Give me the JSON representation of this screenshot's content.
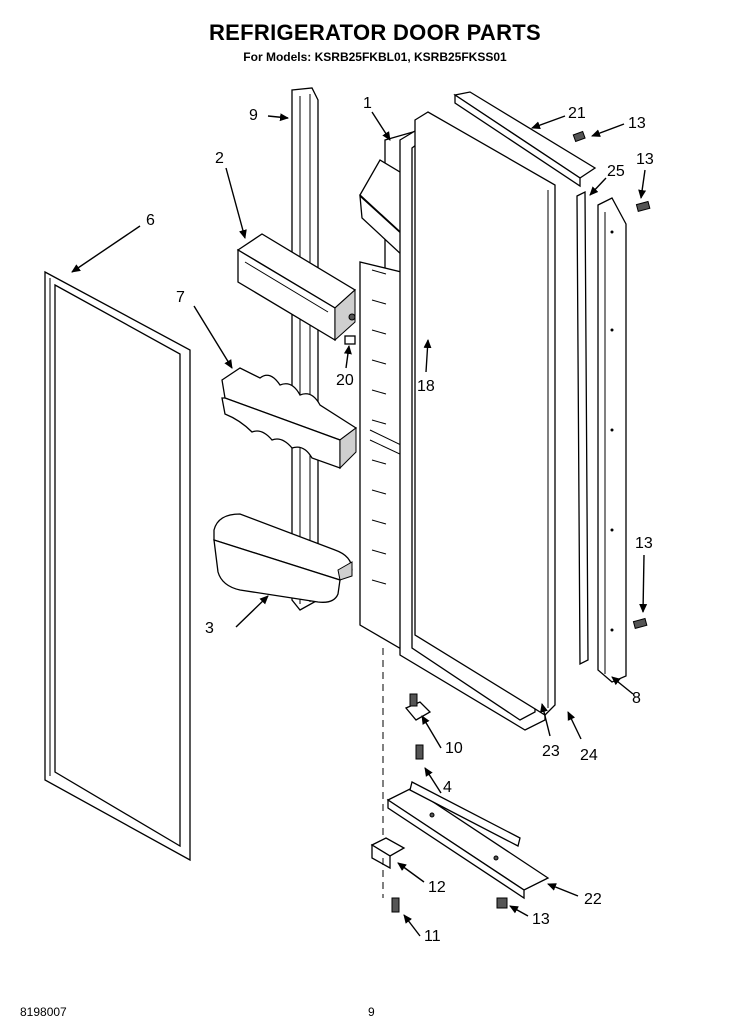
{
  "header": {
    "title": "REFRIGERATOR DOOR PARTS",
    "subtitle": "For Models: KSRB25FKBL01, KSRB25FKSS01"
  },
  "footer": {
    "doc_number": "8198007",
    "page_number": "9"
  },
  "callouts": {
    "c1": "1",
    "c2": "2",
    "c3": "3",
    "c4": "4",
    "c6": "6",
    "c7": "7",
    "c8": "8",
    "c9": "9",
    "c10": "10",
    "c11": "11",
    "c12": "12",
    "c13a": "13",
    "c13b": "13",
    "c13c": "13",
    "c13d": "13",
    "c18": "18",
    "c20": "20",
    "c21": "21",
    "c22": "22",
    "c23": "23",
    "c24": "24",
    "c25": "25"
  }
}
